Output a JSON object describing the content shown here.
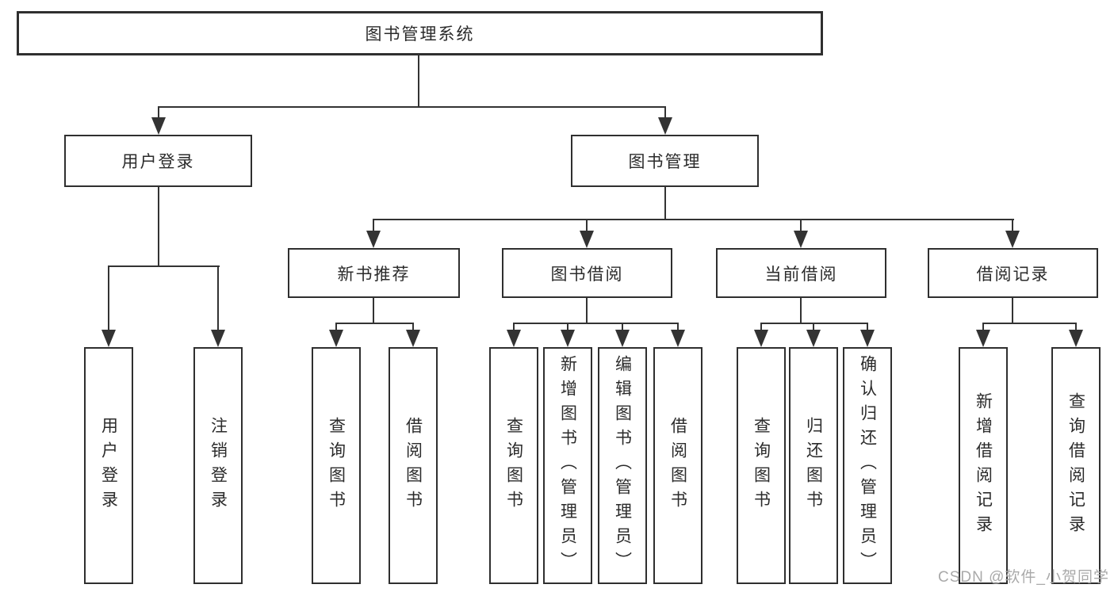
{
  "tree": {
    "label": "图书管理系统",
    "children": [
      {
        "label": "用户登录",
        "children": [
          {
            "label": "用户登录"
          },
          {
            "label": "注销登录"
          }
        ]
      },
      {
        "label": "图书管理",
        "children": [
          {
            "label": "新书推荐",
            "children": [
              {
                "label": "查询图书"
              },
              {
                "label": "借阅图书"
              }
            ]
          },
          {
            "label": "图书借阅",
            "children": [
              {
                "label": "查询图书"
              },
              {
                "label": "新增图书（管理员）"
              },
              {
                "label": "编辑图书（管理员）"
              },
              {
                "label": "借阅图书"
              }
            ]
          },
          {
            "label": "当前借阅",
            "children": [
              {
                "label": "查询图书"
              },
              {
                "label": "归还图书"
              },
              {
                "label": "确认归还（管理员）"
              }
            ]
          },
          {
            "label": "借阅记录",
            "children": [
              {
                "label": "新增借阅记录"
              },
              {
                "label": "查询借阅记录"
              }
            ]
          }
        ]
      }
    ]
  },
  "watermark": {
    "text": "CSDN @软件_小贺同学"
  },
  "colors": {
    "line": "#333333",
    "box_border": "#2f2f2f",
    "text": "#2b2b2b",
    "watermark": "#a9a9a9",
    "background": "#ffffff"
  }
}
